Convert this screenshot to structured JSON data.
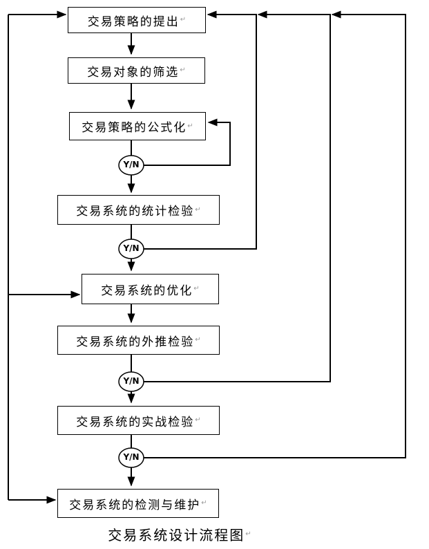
{
  "flowchart": {
    "title": "交易系统设计流程图",
    "paragraph_mark": "↵",
    "nodes": [
      {
        "id": "trading-strategy-proposal",
        "label": "交易策略的提出"
      },
      {
        "id": "trading-object-screening",
        "label": "交易对象的筛选"
      },
      {
        "id": "strategy-formulation",
        "label": "交易策略的公式化"
      },
      {
        "id": "statistical-test",
        "label": "交易系统的统计检验"
      },
      {
        "id": "system-optimization",
        "label": "交易系统的优化"
      },
      {
        "id": "extrapolation-test",
        "label": "交易系统的外推检验"
      },
      {
        "id": "live-trading-test",
        "label": "交易系统的实战检验"
      },
      {
        "id": "monitoring-maintenance",
        "label": "交易系统的检测与维护"
      }
    ],
    "decisions": [
      "Y/N",
      "Y/N",
      "Y/N",
      "Y/N"
    ],
    "colors": {
      "line": "#000000",
      "box_border": "#000000",
      "background": "#ffffff",
      "text": "#000000",
      "paragraph_mark": "#9a9a9a"
    }
  }
}
